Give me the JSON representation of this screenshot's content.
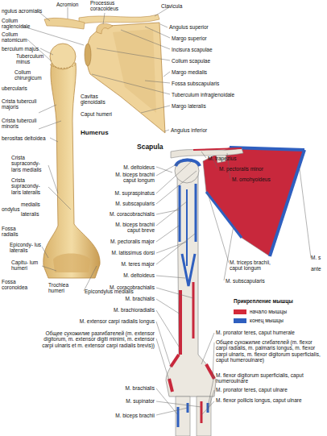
{
  "diagram": {
    "labels": [
      "ngulus acromialis",
      "Acromion",
      "Processus coracoideus",
      "Clavicula",
      "Angulus superior",
      "Margo superior",
      "Incisura scapulae",
      "Collum scapulae",
      "Margo medialis",
      "Fossa subscapularis",
      "Tuberculum infraglenoidale",
      "Margo lateralis",
      "Angulus inferior",
      "Scapula",
      "Collum",
      "raglenoidale",
      "Collum",
      "natomicum",
      "berculum majus",
      "Tuberculum minus",
      "Collum chirurgicum",
      "ubercularis",
      "Crista tuberculi majoris",
      "Crista tuberculi minoris",
      "Humerus",
      "Cavitas glenoidalis",
      "Caput humeri",
      "berositas deltoidea",
      "Crista supracondy- laris medialis",
      "Crista supracondy- laris lateralis",
      "ondylus",
      "medialis",
      "lateralis",
      "Fossa radialis",
      "Epicondy- lus lateralis",
      "Capitu- lum humeri",
      "Fossa coronoidea",
      "Trochlea humeri",
      "Epicondylus medialis",
      "M. trapezius",
      "M. pectoralis minor",
      "M. omohyoideus",
      "M. deltoideus",
      "M. biceps brachii caput longum",
      "M. supraspinatus",
      "M. subscapularis",
      "M. coracobrachialis",
      "M. biceps brachii caput breve",
      "M. pectoralis major",
      "M. latissimus dorsi",
      "M. teres major",
      "M. deltoideus",
      "M. coracobrachialis",
      "M. brachialis",
      "M. brachioradialis",
      "M. extensor carpi radialis longus",
      "Общее сухожилие разгибателей (m. extensor digitorum, m. extensor digiti minimi, m. extensor carpi ulnaris et m. extensor carpi radialis brevis))",
      "M. triceps brachii, caput longum",
      "M. subscapularis",
      "M. s",
      "ante",
      "Прикрепление мышцы",
      "M. pronator teres, caput humerale",
      "Общее сухожилие сгибателей (m. flexor carpi radialis, m. palmaris longus, m. flexor carpi ulnaris, m. flexor digitorum superficialis, caput humeroulnare)",
      "M. flexor digitorum superficialis, caput humeroulnare",
      "M. pronator teres, caput ulnare",
      "M. flexor pollicis longus, caput ulnare",
      "M. brachialis",
      "M. supinator",
      "M. biceps brachii"
    ],
    "legend": [
      {
        "text": "начало мышцы",
        "color": "#d42a3a"
      },
      {
        "text": "конец мышцы",
        "color": "#2f5fbf"
      }
    ]
  }
}
